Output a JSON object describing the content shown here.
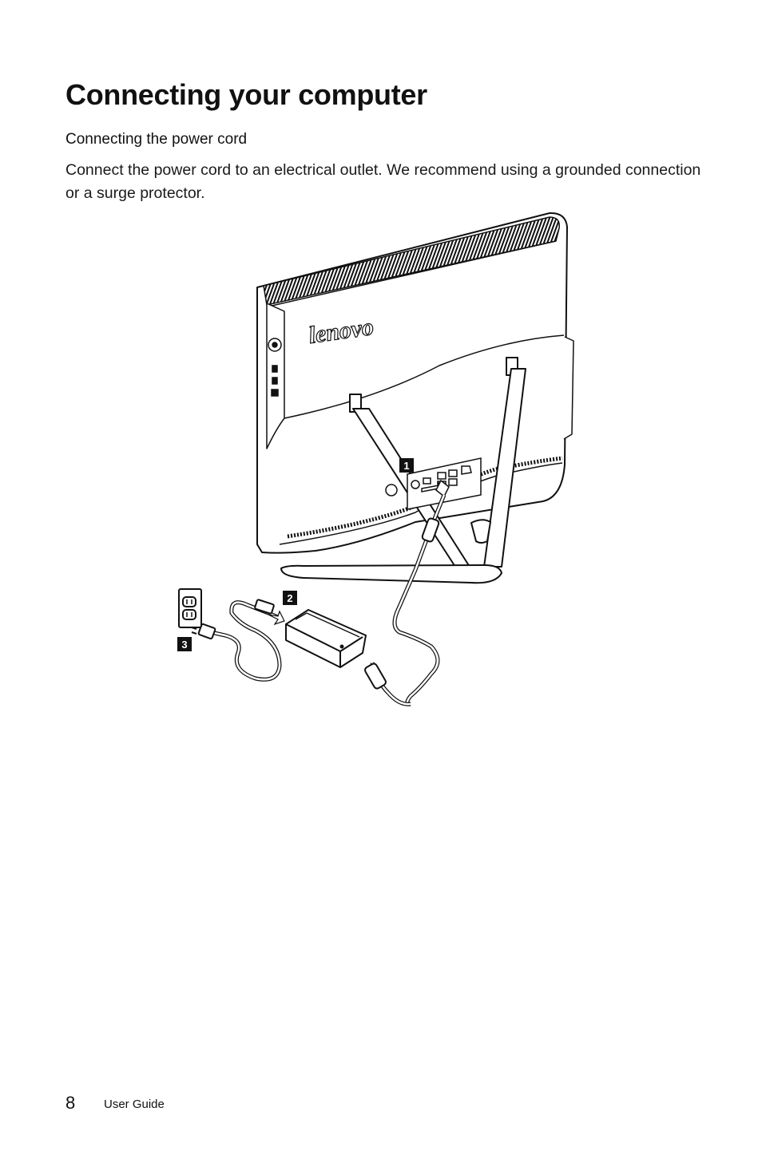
{
  "page": {
    "title": "Connecting your computer",
    "section_heading": "Connecting the power cord",
    "body_text": "Connect the power cord to an electrical outlet. We recommend using a grounded connection or a surge protector."
  },
  "illustration": {
    "brand_logo": "lenovo",
    "callouts": [
      "1",
      "2",
      "3"
    ]
  },
  "footer": {
    "page_number": "8",
    "doc_title": "User Guide"
  }
}
